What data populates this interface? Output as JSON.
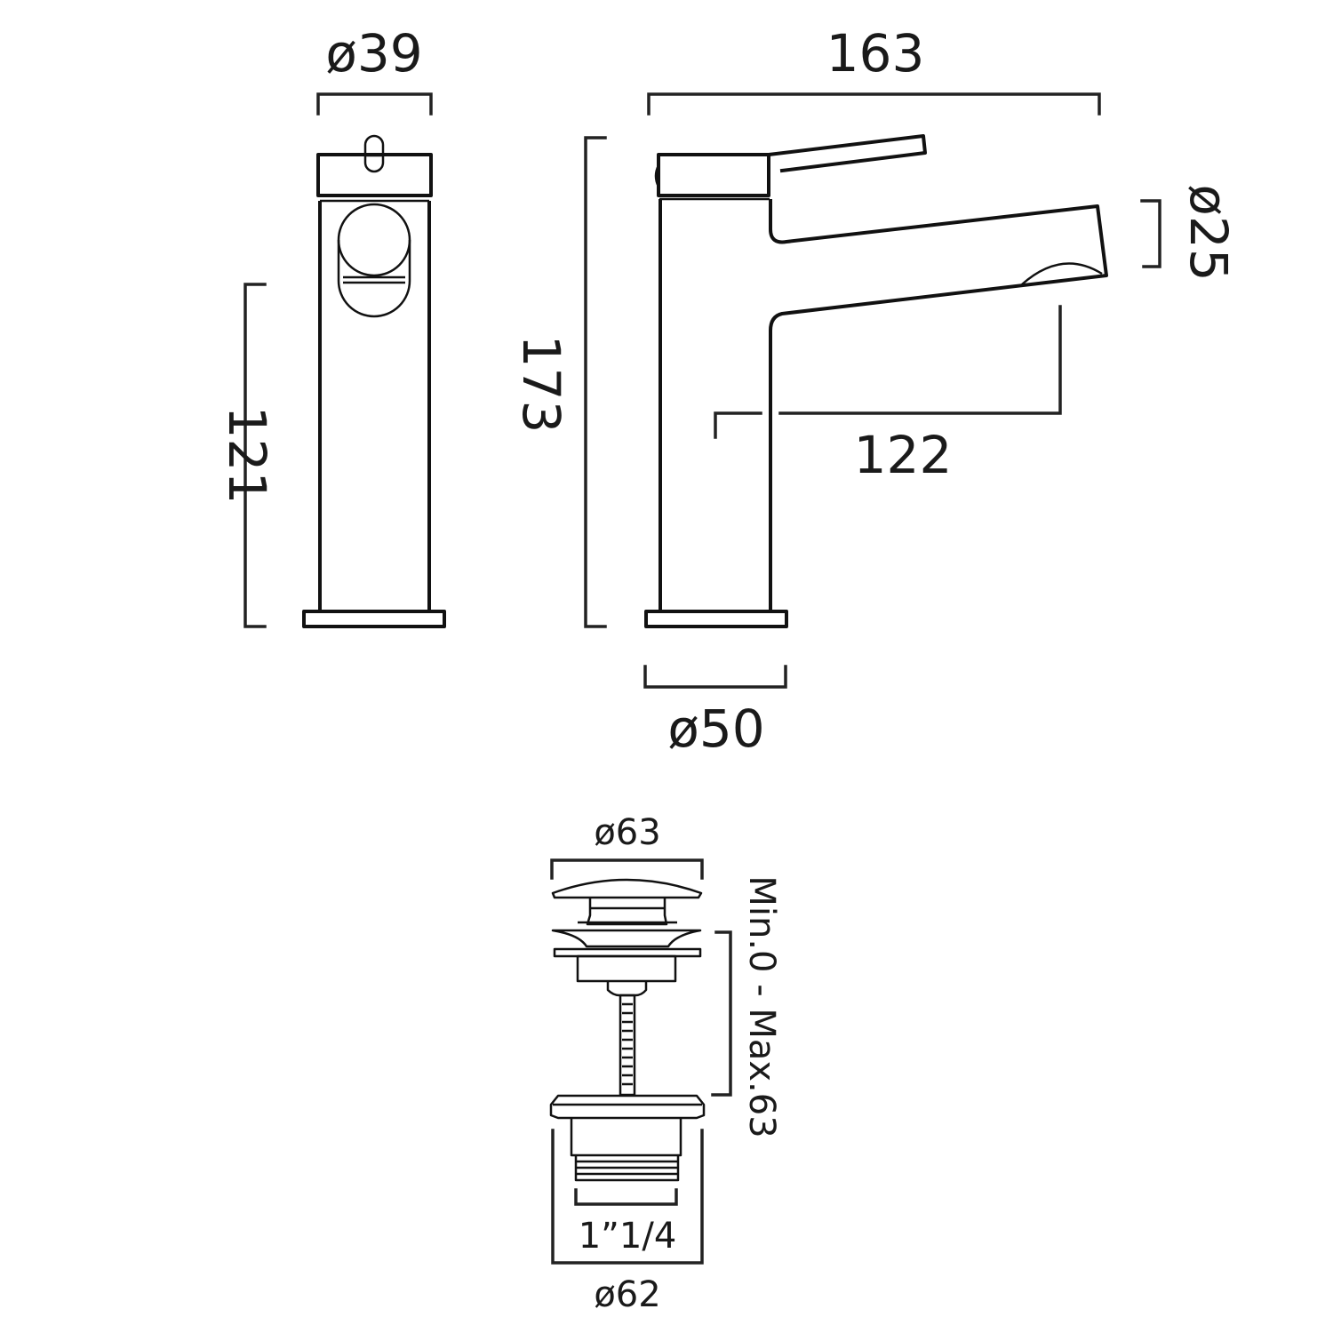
{
  "drawing": {
    "type": "technical-dimension-drawing",
    "units": "mm",
    "line_color": "#111111",
    "background": "#ffffff"
  },
  "tap_front_view": {
    "body_width_label": "ø39",
    "body_height_label": "121"
  },
  "tap_side_view": {
    "overall_length_label": "163",
    "overall_height_label": "173",
    "spout_diameter_label": "ø25",
    "spout_reach_label": "122",
    "base_diameter_label": "ø50"
  },
  "waste": {
    "cap_diameter_label": "ø63",
    "adjustment_range_label": "Min.0 - Max.63",
    "thread_size_label": "1”1/4",
    "flange_diameter_label": "ø62"
  }
}
